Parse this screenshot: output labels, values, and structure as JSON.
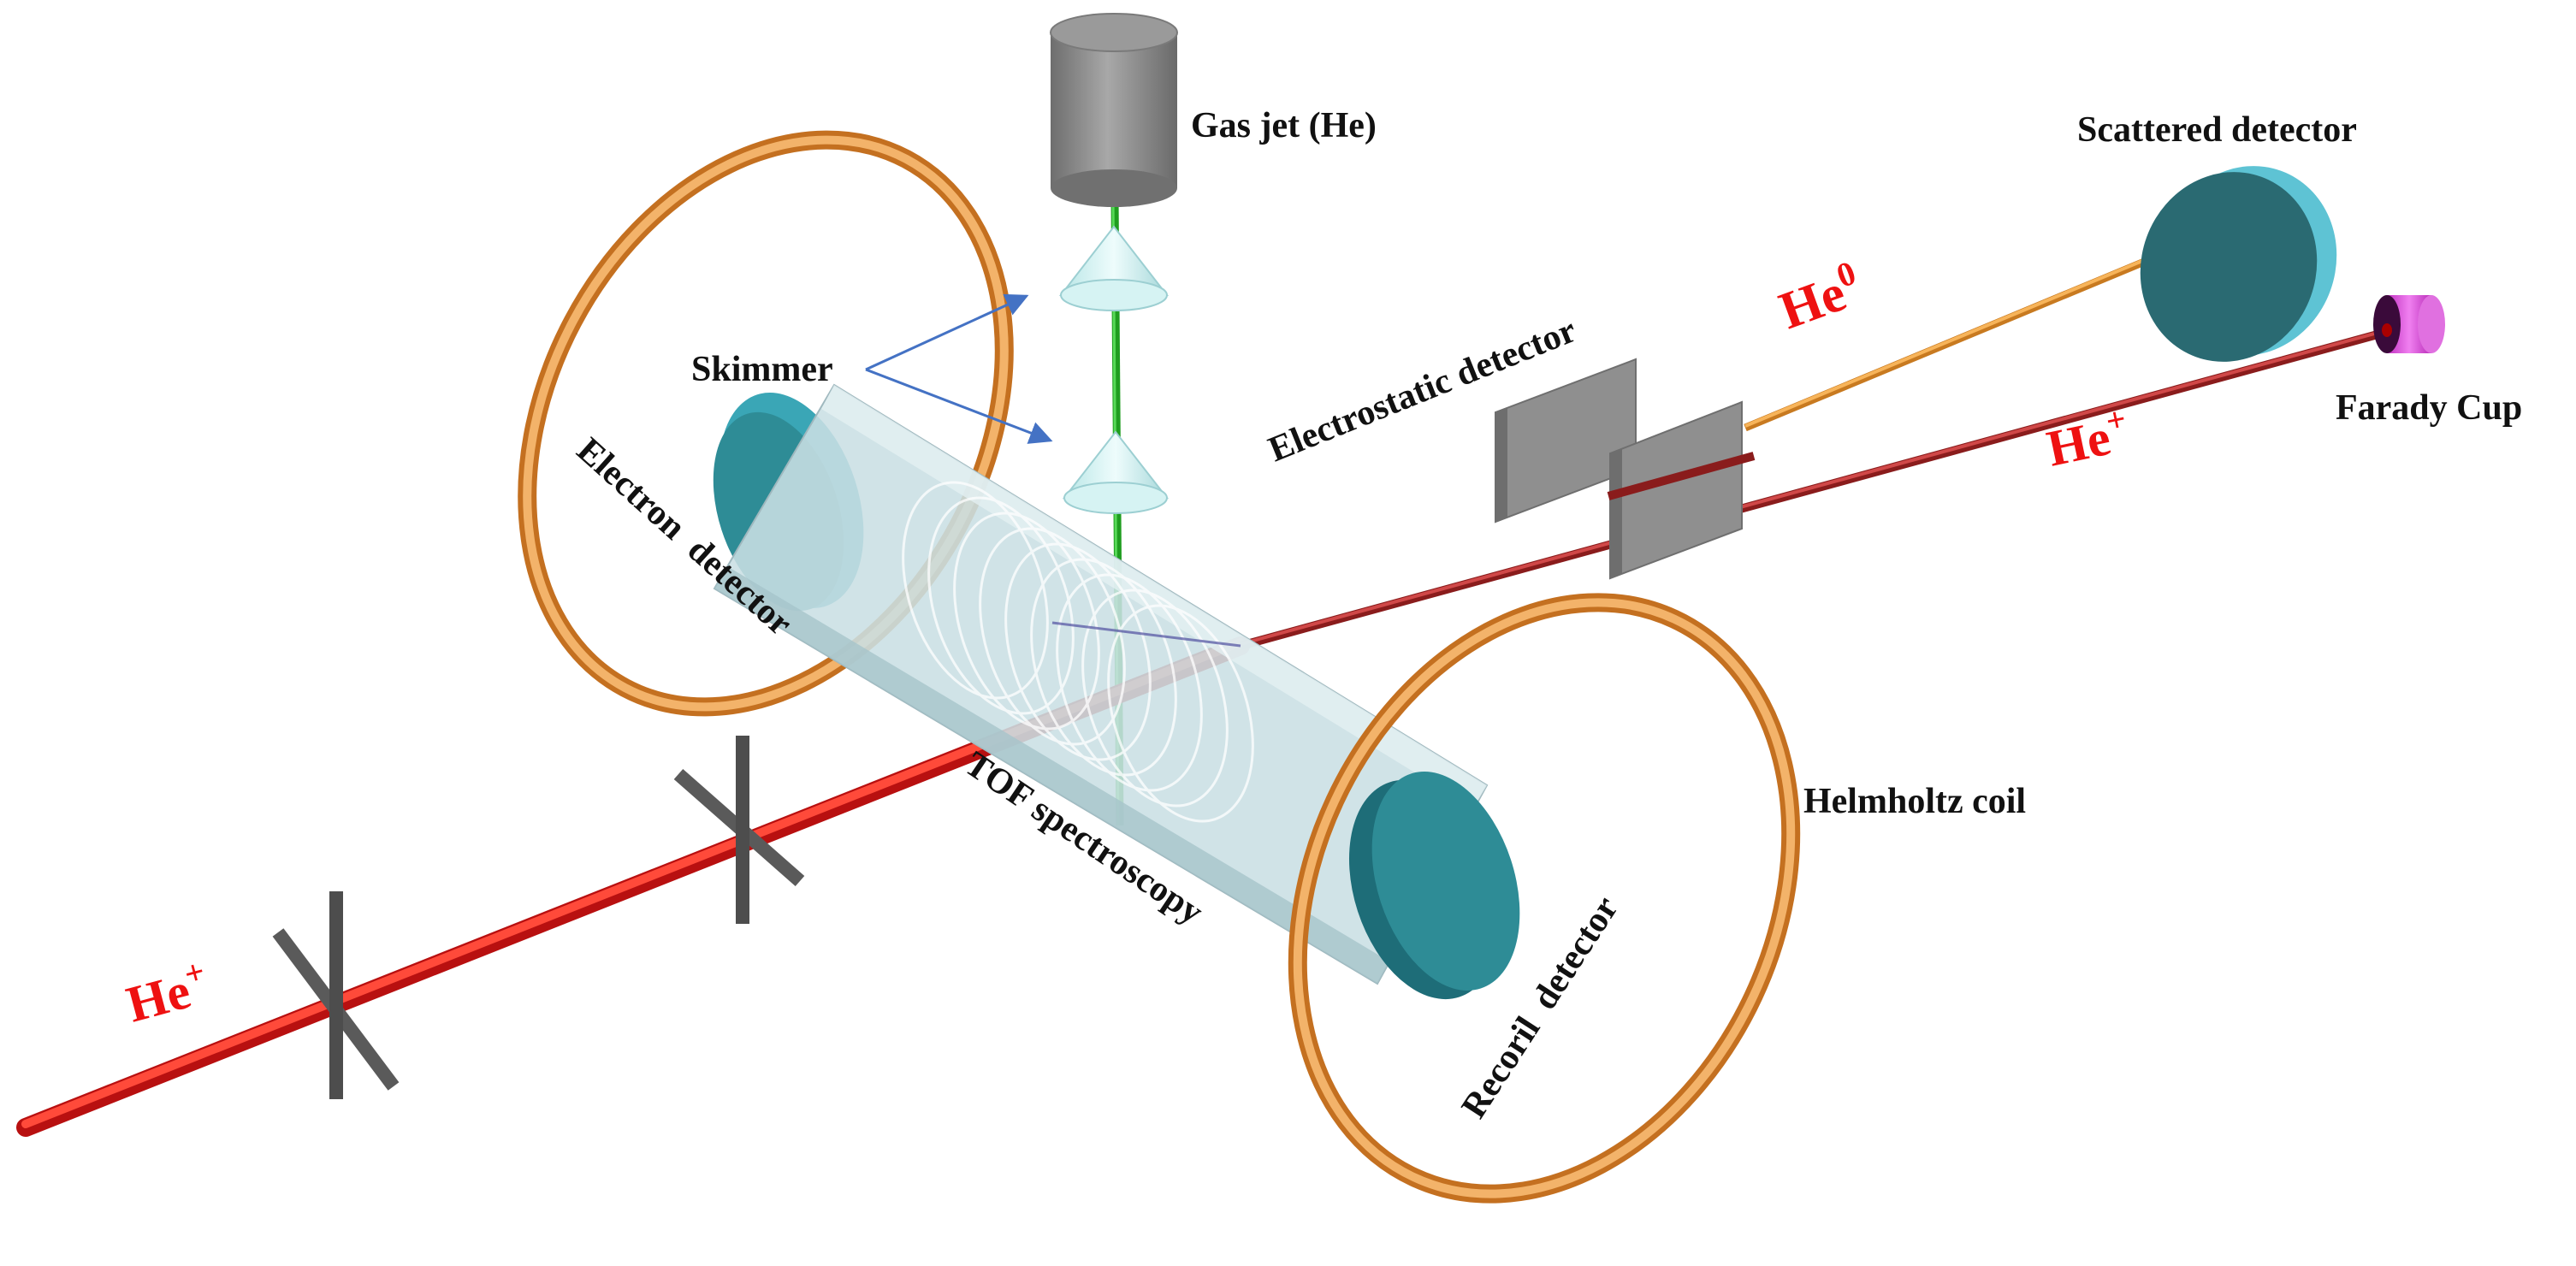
{
  "labels": {
    "gas_jet": "Gas jet (He)",
    "scattered_detector": "Scattered detector",
    "skimmer": "Skimmer",
    "electrostatic_detector": "Electrostatic detector",
    "farady_cup": "Farady Cup",
    "electron_detector": "Electron  detector",
    "tof_spectroscopy": "TOF spectroscopy",
    "helmholtz_coil": "Helmholtz coil",
    "recoil_detector": "Recoril  detector",
    "he0_base": "He",
    "he0_sup": "0",
    "he_plus_right_base": "He",
    "he_plus_right_sup": "+",
    "he_plus_left_base": "He",
    "he_plus_left_sup": "+"
  },
  "colors": {
    "ion_beam": "#e8201e",
    "neutral_beam": "#f0a040",
    "gas_jet_beam": "#2fb82f",
    "coil": "#e89a4a",
    "detector_face": "#2e8c96",
    "detector_rim": "#47b9cc",
    "tube": "#c8dfe4",
    "skimmer_cone": "#cdeeee",
    "gas_nozzle": "#888888",
    "electrostatic_plate": "#888888",
    "faraday_cup": "#d548d5",
    "scattered_detector": "#2a6a72",
    "arrow": "#4472c4",
    "label_red": "#ee1111"
  }
}
